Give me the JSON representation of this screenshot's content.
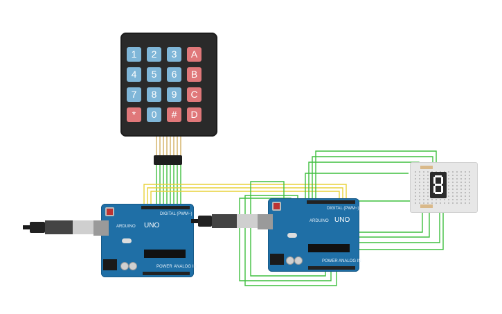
{
  "keypad": {
    "keys": [
      {
        "label": "1",
        "kind": "num"
      },
      {
        "label": "2",
        "kind": "num"
      },
      {
        "label": "3",
        "kind": "num"
      },
      {
        "label": "A",
        "kind": "alpha"
      },
      {
        "label": "4",
        "kind": "num"
      },
      {
        "label": "5",
        "kind": "num"
      },
      {
        "label": "6",
        "kind": "num"
      },
      {
        "label": "B",
        "kind": "alpha"
      },
      {
        "label": "7",
        "kind": "num"
      },
      {
        "label": "8",
        "kind": "num"
      },
      {
        "label": "9",
        "kind": "num"
      },
      {
        "label": "C",
        "kind": "alpha"
      },
      {
        "label": "*",
        "kind": "alpha"
      },
      {
        "label": "0",
        "kind": "num"
      },
      {
        "label": "#",
        "kind": "alpha"
      },
      {
        "label": "D",
        "kind": "alpha"
      }
    ]
  },
  "arduino_left": {
    "uno_label": "UNO",
    "brand": "ARDUINO",
    "digital_label": "DIGITAL (PWM~)",
    "power_label": "POWER",
    "analog_label": "ANALOG IN"
  },
  "arduino_right": {
    "uno_label": "UNO",
    "brand": "ARDUINO",
    "digital_label": "DIGITAL (PWM~)",
    "power_label": "POWER",
    "analog_label": "ANALOG IN"
  },
  "colors": {
    "board": "#1f6fa6",
    "wire_green": "#3fbf3f",
    "wire_yellow": "#e8d23a",
    "key_num": "#7fb6d8",
    "key_alpha": "#e0787a",
    "segment_on": "#ffffff"
  },
  "icons": [
    "usb-cable-icon",
    "reset-button-icon",
    "power-jack-icon",
    "seven-segment-display-icon",
    "resistor-icon"
  ]
}
